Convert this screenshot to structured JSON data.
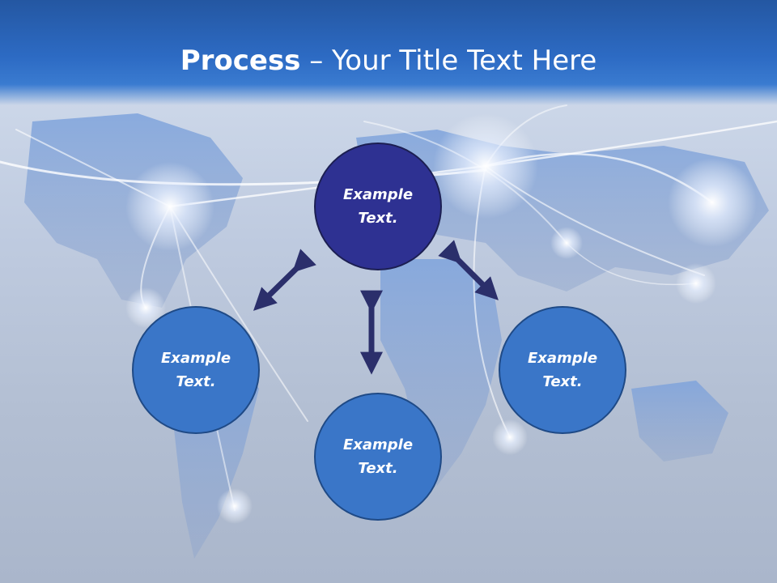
{
  "title": {
    "bold": "Process",
    "rest": " – Your Title Text Here"
  },
  "diagram": {
    "nodes": [
      {
        "id": "top",
        "text": "Example\nText."
      },
      {
        "id": "left",
        "text": "Example\nText."
      },
      {
        "id": "bottom",
        "text": "Example\nText."
      },
      {
        "id": "right",
        "text": "Example\nText."
      }
    ]
  },
  "colors": {
    "header": "#2d6bc4",
    "center_node": "#2e3192",
    "outer_node": "#3a76c8",
    "arrow": "#2b2f6b"
  }
}
